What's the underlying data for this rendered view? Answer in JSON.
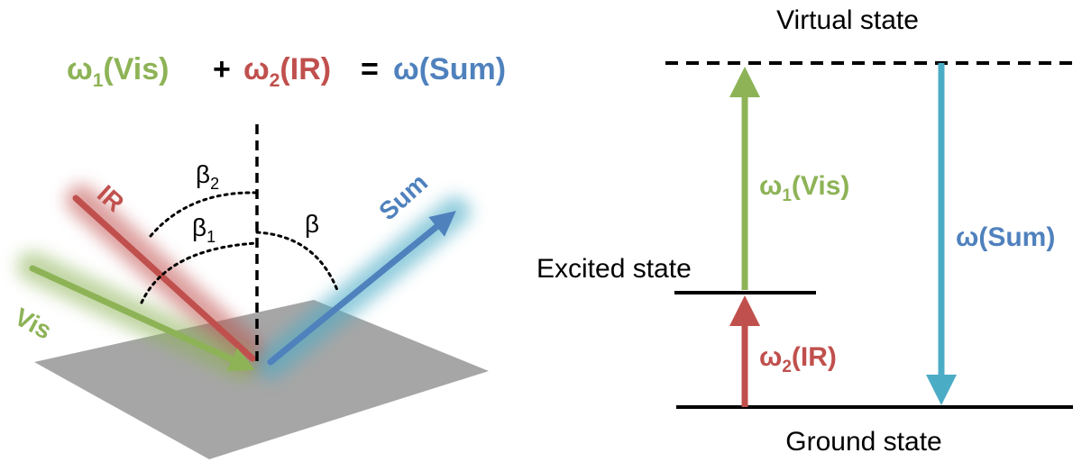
{
  "colors": {
    "vis": "#8DB356",
    "ir": "#C0504D",
    "sum": "#4F81BD",
    "sum_down": "#4BACC6",
    "black": "#000000",
    "surface": "#A6A6A6"
  },
  "equation": {
    "omega": "ω",
    "sub1": "1",
    "sub2": "2",
    "vis_label": "(Vis)",
    "plus": "+",
    "ir_label": "(IR)",
    "equals": "=",
    "sum_label": "ω(Sum)"
  },
  "geometry_diagram": {
    "ir_label": "IR",
    "vis_label": "Vis",
    "sum_label": "Sum",
    "beta2_symbol": "β",
    "beta2_sub": "2",
    "beta1_symbol": "β",
    "beta1_sub": "1",
    "beta": "β"
  },
  "energy_diagram": {
    "virtual_state": "Virtual state",
    "excited_state": "Excited state",
    "ground_state": "Ground state",
    "vis_omega": "ω",
    "vis_sub": "1",
    "vis_label": "(Vis)",
    "ir_omega": "ω",
    "ir_sub": "2",
    "ir_label": "(IR)",
    "sum_label": "ω(Sum)"
  }
}
